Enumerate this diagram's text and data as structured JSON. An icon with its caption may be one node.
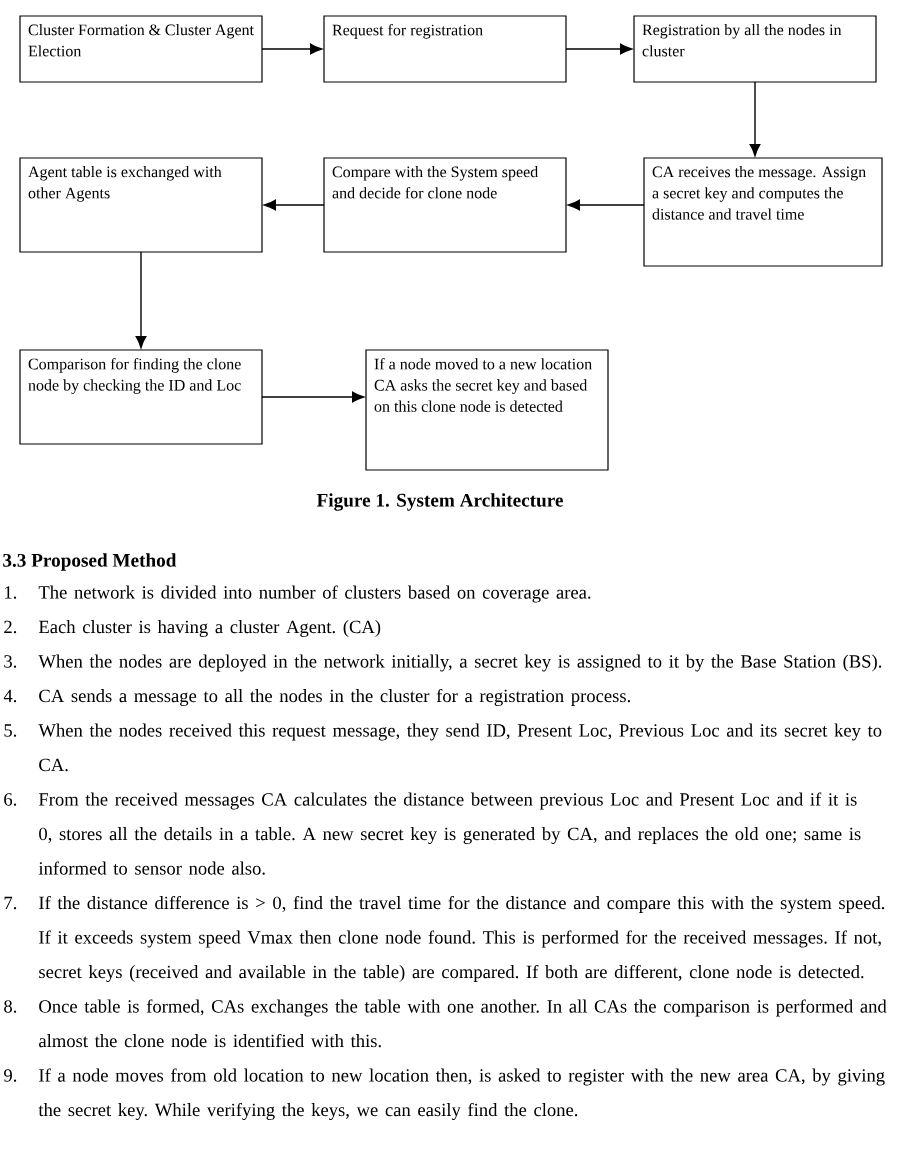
{
  "diagram": {
    "caption": "Figure 1. System Architecture",
    "nodes": [
      {
        "text": [
          "Cluster Formation & Cluster Agent Election"
        ]
      },
      {
        "text": [
          "Request for registration"
        ]
      },
      {
        "text": [
          "Registration by all the nodes in cluster"
        ]
      },
      {
        "text": [
          "CA receives the message. Assign a secret key and computes the distance and travel time"
        ]
      },
      {
        "text": [
          "Compare with the System speed and decide for clone node"
        ]
      },
      {
        "text": [
          "Agent table is exchanged with other Agents"
        ]
      },
      {
        "text": [
          "Comparison for finding the clone node by checking the ID and Loc"
        ]
      },
      {
        "text": [
          "If a node moved to a new location CA asks the secret key and based on this clone node is detected"
        ]
      }
    ],
    "edges": [
      {
        "from": 0,
        "to": 1,
        "arrow": "to"
      },
      {
        "from": 1,
        "to": 2,
        "arrow": "to"
      },
      {
        "from": 2,
        "to": 3,
        "arrow": "to"
      },
      {
        "from": 3,
        "to": 4,
        "arrow": "to"
      },
      {
        "from": 4,
        "to": 5,
        "arrow": "to"
      },
      {
        "from": 5,
        "to": 6,
        "arrow": "to"
      },
      {
        "from": 6,
        "to": 7,
        "arrow": "to"
      }
    ],
    "labels": [
      "3.3 Proposed Method",
      "1.",
      "The network is divided into number of clusters based on coverage area.",
      "2.",
      "Each cluster is having a cluster Agent. (CA)",
      "3.",
      "When the nodes are deployed in the network initially, a secret key is assigned to it by the Base Station (BS).",
      "4.",
      "CA sends a message to all the nodes in the cluster for a registration process.",
      "5.",
      "When the nodes received this request message, they send ID, Present Loc, Previous Loc and its secret key to CA.",
      "6.",
      "From the received messages CA calculates the distance between previous Loc and Present Loc and if it is 0, stores all the details in a table. A new secret key is generated by CA, and replaces the old one; same is informed to sensor node also.",
      "7.",
      "If the distance difference is > 0, find the travel time for the distance and compare this with the system speed. If it exceeds system speed Vmax then clone node found. This is performed for the received messages. If not, secret keys (received and available in the table)  are compared. If both are different, clone node is detected.",
      "8.",
      "Once table is formed, CAs exchanges the table with one another. In all CAs the comparison is performed and almost the clone node is identified with this.",
      "9.",
      "If a node moves from old location to new location then, is asked to register with the new area CA, by giving the secret key. While verifying the keys, we can easily find the clone."
    ]
  }
}
